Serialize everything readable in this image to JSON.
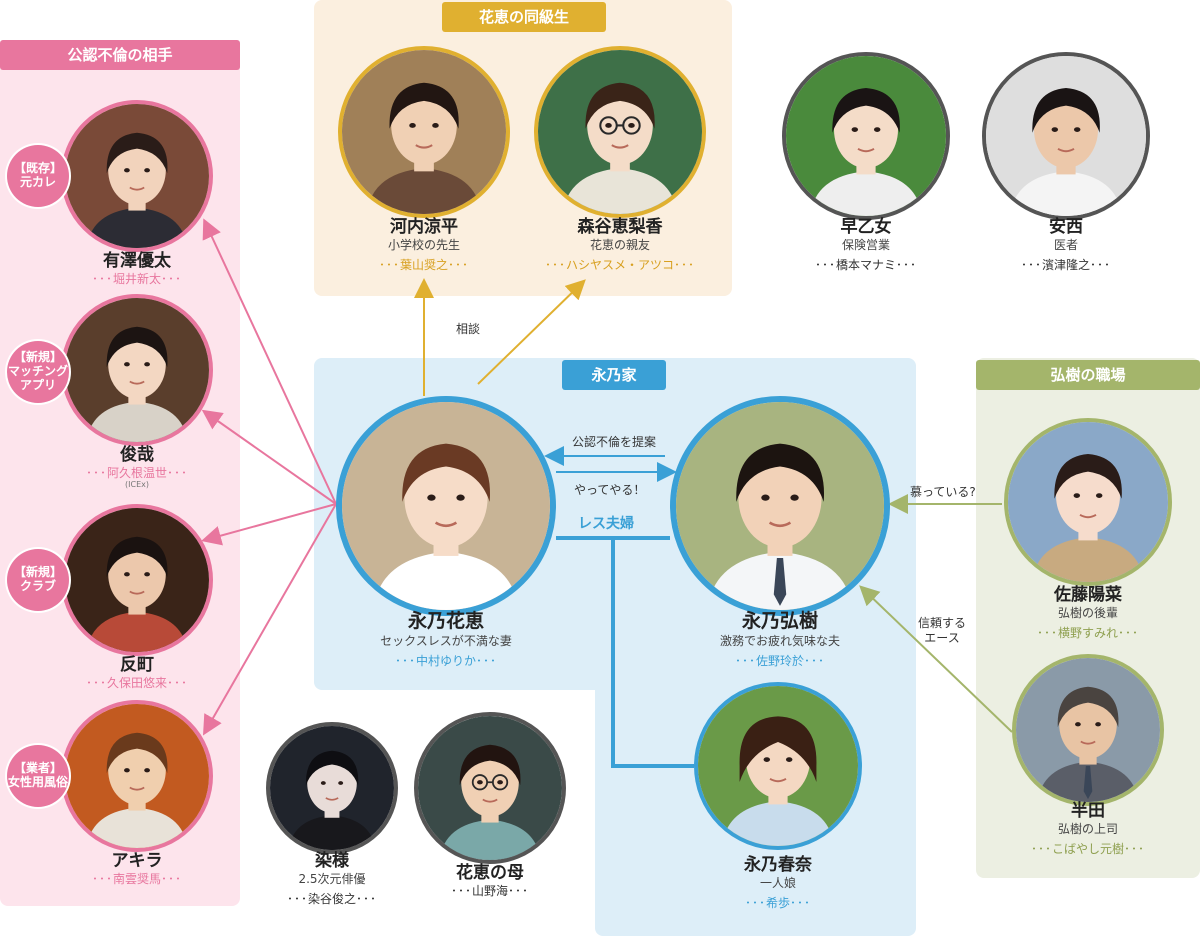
{
  "groups": {
    "lovers": "公認不倫の相手",
    "classmates": "花恵の同級生",
    "family": "永乃家",
    "workplace": "弘樹の職場"
  },
  "colors": {
    "pink": "#e8769e",
    "pink_bg": "#fde4ec",
    "gold": "#e0b030",
    "gold_bg": "#fbefdf",
    "blue": "#3aa0d6",
    "blue_bg": "#ddeef8",
    "green": "#a4b56b",
    "green_bg": "#ecefe2"
  },
  "characters": {
    "arisawa": {
      "name": "有澤優太",
      "role": "",
      "actor": "堀井新太",
      "badge": "【既存】\n元カレ"
    },
    "shunya": {
      "name": "俊哉",
      "role": "",
      "actor": "阿久根温世",
      "note": "(ICEx)",
      "badge": "【新規】\nマッチング\nアプリ"
    },
    "sorimachi": {
      "name": "反町",
      "role": "",
      "actor": "久保田悠来",
      "badge": "【新規】\nクラブ"
    },
    "akira": {
      "name": "アキラ",
      "role": "",
      "actor": "南雲奨馬",
      "badge": "【業者】\n女性用風俗"
    },
    "kawauchi": {
      "name": "河内涼平",
      "role": "小学校の先生",
      "actor": "葉山奨之"
    },
    "moriya": {
      "name": "森谷恵梨香",
      "role": "花恵の親友",
      "actor": "ハシヤスメ・アツコ"
    },
    "saotome": {
      "name": "早乙女",
      "role": "保険営業",
      "actor": "橋本マナミ"
    },
    "anzai": {
      "name": "安西",
      "role": "医者",
      "actor": "濱津隆之"
    },
    "hanae": {
      "name": "永乃花恵",
      "role": "セックスレスが不満な妻",
      "actor": "中村ゆりか"
    },
    "hiroki": {
      "name": "永乃弘樹",
      "role": "激務でお疲れ気味な夫",
      "actor": "佐野玲於"
    },
    "haruna": {
      "name": "永乃春奈",
      "role": "一人娘",
      "actor": "希歩"
    },
    "sato": {
      "name": "佐藤陽菜",
      "role": "弘樹の後輩",
      "actor": "横野すみれ"
    },
    "handa": {
      "name": "半田",
      "role": "弘樹の上司",
      "actor": "こばやし元樹"
    },
    "some": {
      "name": "染様",
      "role": "2.5次元俳優",
      "actor": "染谷俊之"
    },
    "mother": {
      "name": "花恵の母",
      "role": "",
      "actor": "山野海"
    }
  },
  "relations": {
    "consult": "相談",
    "propose": "公認不倫を提案",
    "accept": "やってやる！",
    "sexless": "レス夫婦",
    "admire": "慕っている?",
    "trust": "信頼する\nエース"
  },
  "dots": "･･･"
}
